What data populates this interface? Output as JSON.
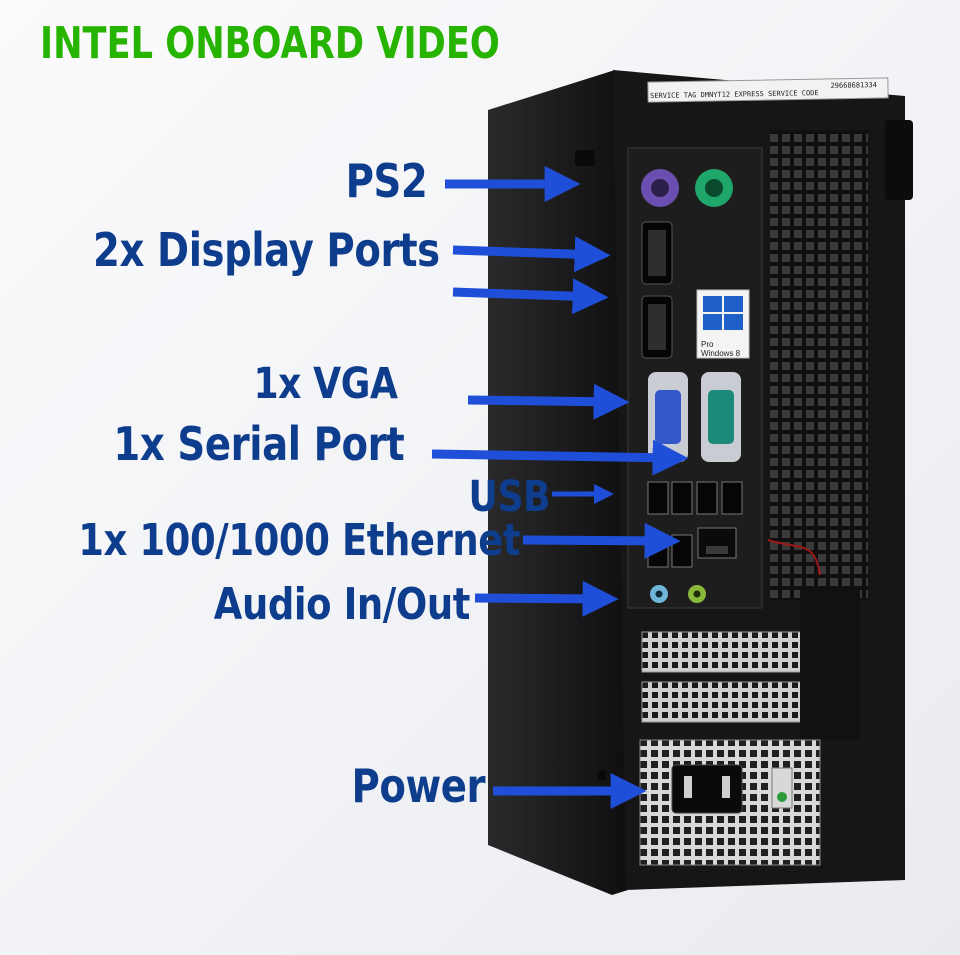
{
  "title": "INTEL ONBOARD VIDEO",
  "service_tag": {
    "line1": "SERVICE  TAG DMNYT12  EXPRESS SERVICE CODE",
    "code": "29668681334"
  },
  "windows_badge": {
    "line1": "Pro",
    "line2": "Windows 8"
  },
  "labels": {
    "ps2": "PS2",
    "display_ports": "2x Display Ports",
    "vga": "1x VGA",
    "serial": "1x Serial Port",
    "usb": "USB",
    "ethernet": "1x 100/1000 Ethernet",
    "audio": "Audio In/Out",
    "power": "Power"
  },
  "colors": {
    "title": "#27b400",
    "label": "#0d3d8c",
    "arrow": "#1f4fd8",
    "chassis": "#141414",
    "ps2_mouse": "#1fa66a",
    "ps2_keyboard": "#6a4fb0",
    "vga": "#3456c8",
    "serial": "#1c8a7a",
    "audio_in": "#6fb5d8",
    "audio_out": "#8ab83a"
  }
}
